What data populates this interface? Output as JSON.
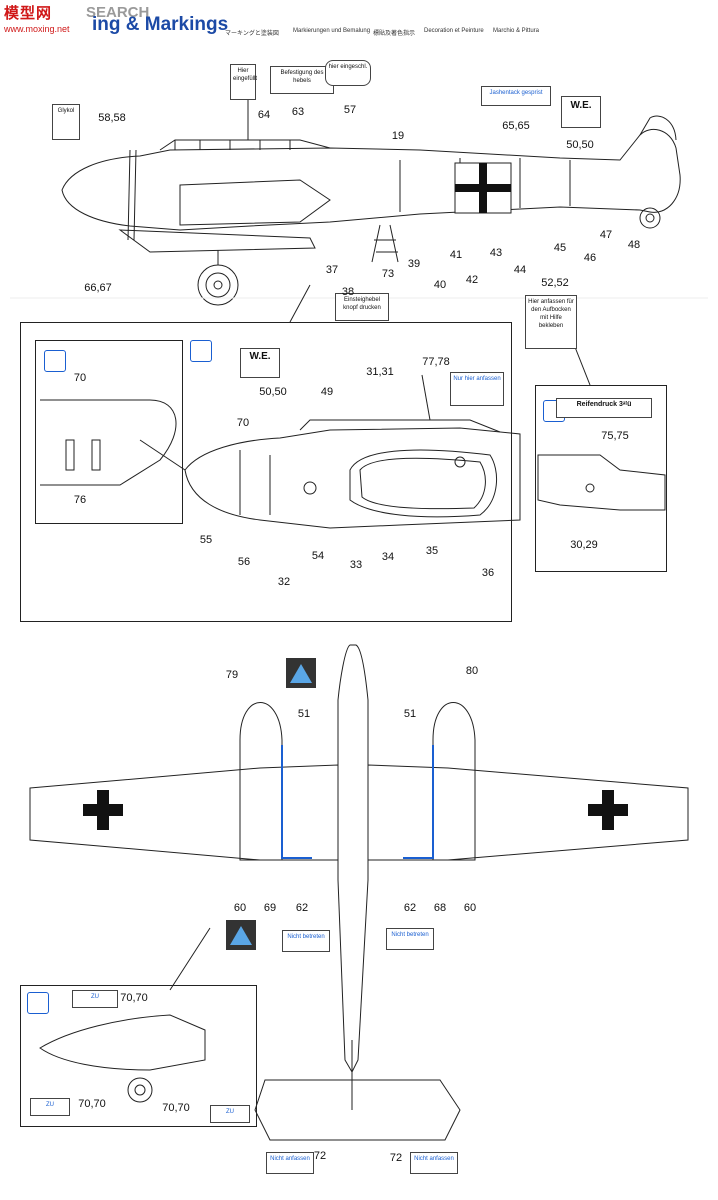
{
  "header": {
    "watermark": "模型网",
    "watermark_sub": "www.moxing.net",
    "watermark_search": "SEARCH",
    "title": "ing & Markings",
    "lang_jp": "マーキングと塗装図",
    "lang_de": "Markierungen und Bemalung",
    "lang_cn": "標貼及著色指示",
    "lang_fr": "Decoration et Peinture",
    "lang_it": "Marchio & Pittura"
  },
  "labels": {
    "glykol": "Glykol",
    "hier_eingefullt": "Hier eingefüllt",
    "befestigung": "Befestigung des hebels",
    "hier_eingeschlossen": "hier eingeschl.",
    "jashentack": "Jashentack gesprist",
    "we": "W.E.",
    "einsteighebel": "Einsteighebel knopf drucken",
    "hier_anfassen": "Hier anfassen für den Aufbocken mit Hilfe bekleben",
    "nur_hier": "Nur hier anfassen",
    "reifendruck": "Reifendruck 3ᵃᵗü",
    "zu": "ZU",
    "nicht_betreten": "Nicht betreten",
    "nicht_anfassen": "Nicht anfassen"
  },
  "callouts_top": [
    "58,58",
    "64",
    "63",
    "57",
    "19",
    "65,65",
    "50,50",
    "66,67",
    "37",
    "38",
    "73",
    "39",
    "40",
    "41",
    "42",
    "43",
    "44",
    "45",
    "46",
    "47",
    "48",
    "52,52"
  ],
  "callouts_detail": [
    "70",
    "76",
    "70",
    "50,50",
    "49",
    "31,31",
    "77,78",
    "55",
    "56",
    "32",
    "54",
    "33",
    "34",
    "35",
    "36",
    "75,75",
    "30,29"
  ],
  "callouts_plan": [
    "79",
    "51",
    "51",
    "80",
    "60",
    "69",
    "62",
    "62",
    "68",
    "60",
    "70,70",
    "70,70",
    "70,70",
    "72",
    "72"
  ],
  "colors": {
    "accent": "#1a5fd1",
    "title": "#1c4aa6",
    "watermark": "#d01818",
    "ink": "#111111"
  }
}
